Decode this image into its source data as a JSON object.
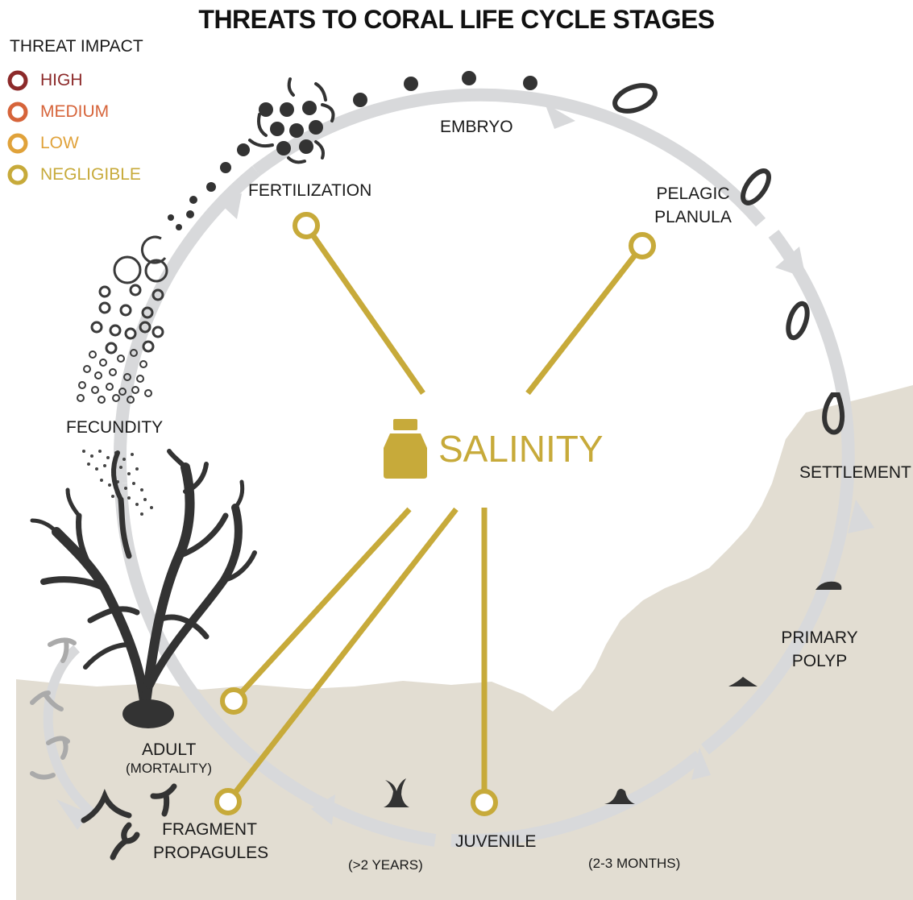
{
  "title": "THREATS TO CORAL LIFE CYCLE STAGES",
  "legend": {
    "title": "THREAT IMPACT",
    "items": [
      {
        "label": "HIGH",
        "color": "#8c2a2a"
      },
      {
        "label": "MEDIUM",
        "color": "#d6643a"
      },
      {
        "label": "LOW",
        "color": "#e0a23a"
      },
      {
        "label": "NEGLIGIBLE",
        "color": "#c7aa3a"
      }
    ]
  },
  "threat": {
    "label": "SALINITY",
    "icon": "weight-icon",
    "color": "#c7aa3a",
    "impact": "NEGLIGIBLE"
  },
  "stages": {
    "fertilization": "FERTILIZATION",
    "embryo": "EMBRYO",
    "pelagic_planula": [
      "PELAGIC",
      "PLANULA"
    ],
    "settlement": "SETTLEMENT",
    "primary_polyp": [
      "PRIMARY",
      "POLYP"
    ],
    "juvenile": "JUVENILE",
    "adult": "ADULT",
    "adult_note": "(MORTALITY)",
    "fragment_propagules": [
      "FRAGMENT",
      "PROPAGULES"
    ],
    "fecundity": "FECUNDITY"
  },
  "durations": {
    "juvenile_to_adult": "(>2 YEARS)",
    "polyp_to_juvenile": "(2-3 MONTHS)"
  },
  "colors": {
    "cycle_arrow": "#d8d9db",
    "seafloor": "#e2ddd2",
    "coral": "#333333",
    "connector": "#c7aa3a"
  }
}
